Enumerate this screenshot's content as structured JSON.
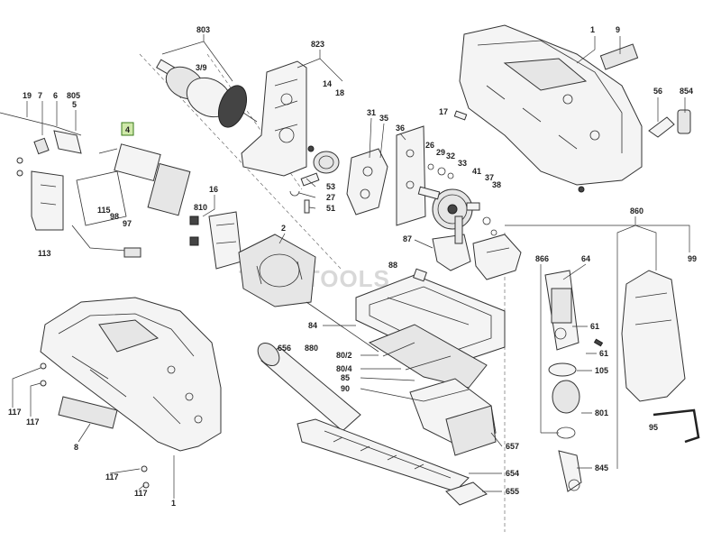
{
  "watermark": "TOOLTOOLS",
  "highlight_label": "4",
  "labels": {
    "l803": "803",
    "l3_9": "3/9",
    "l823": "823",
    "l14": "14",
    "l18": "18",
    "l1a": "1",
    "l9": "9",
    "l56": "56",
    "l854": "854",
    "l17": "17",
    "l19": "19",
    "l7": "7",
    "l6": "6",
    "l805": "805",
    "l5": "5",
    "l31": "31",
    "l35": "35",
    "l36": "36",
    "l26": "26",
    "l29": "29",
    "l32": "32",
    "l33": "33",
    "l41": "41",
    "l37": "37",
    "l38": "38",
    "l53": "53",
    "l27": "27",
    "l51": "51",
    "l16": "16",
    "l810": "810",
    "l2": "2",
    "l115": "115",
    "l98": "98",
    "l97": "97",
    "l113": "113",
    "l87": "87",
    "l860": "860",
    "l866": "866",
    "l64": "64",
    "l99": "99",
    "l88": "88",
    "l84": "84",
    "l656": "656",
    "l880": "880",
    "l80_2": "80/2",
    "l80_4": "80/4",
    "l85": "85",
    "l90": "90",
    "l61a": "61",
    "l61b": "61",
    "l105": "105",
    "l801": "801",
    "l95": "95",
    "l845": "845",
    "l117a": "117",
    "l117b": "117",
    "l117c": "117",
    "l117d": "117",
    "l8": "8",
    "l1b": "1",
    "l657": "657",
    "l654": "654",
    "l655": "655"
  }
}
